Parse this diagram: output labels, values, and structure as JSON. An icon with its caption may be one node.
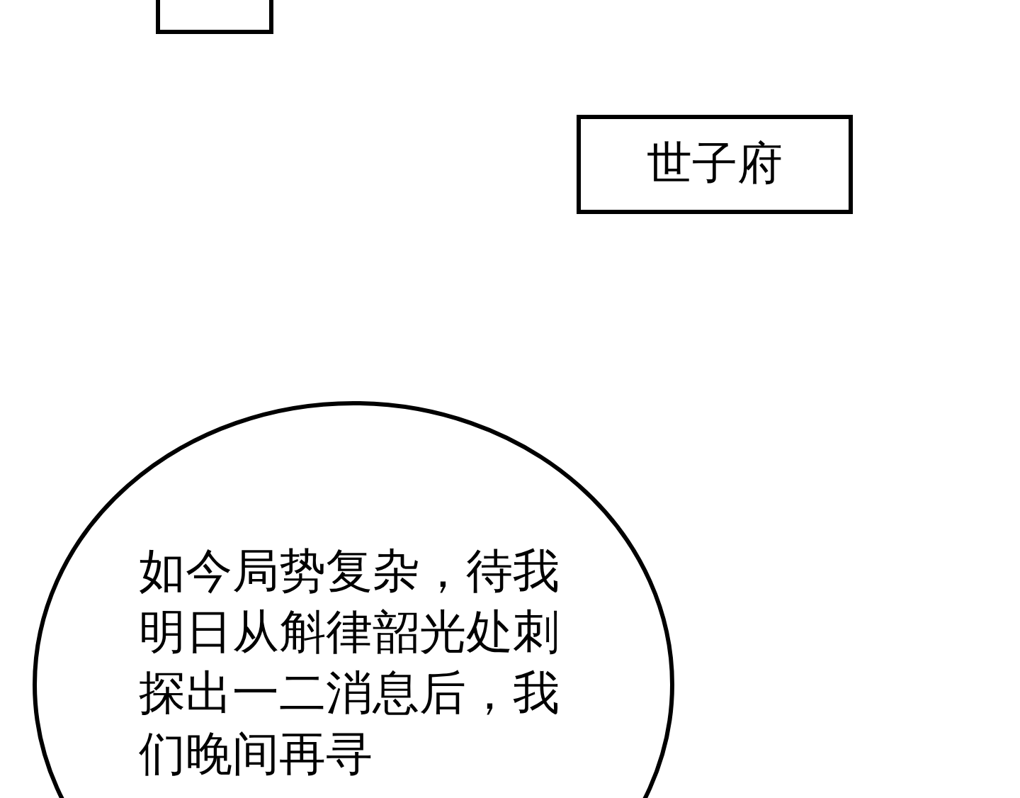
{
  "diagram": {
    "nodes": [
      {
        "text": [],
        "shape": "box"
      },
      {
        "text": [
          "世子府"
        ]
      },
      {
        "text": [
          "如今局势复杂，待我明日从斛律韶光处刺探出一二消息后，我们晚间再寻"
        ]
      }
    ]
  }
}
